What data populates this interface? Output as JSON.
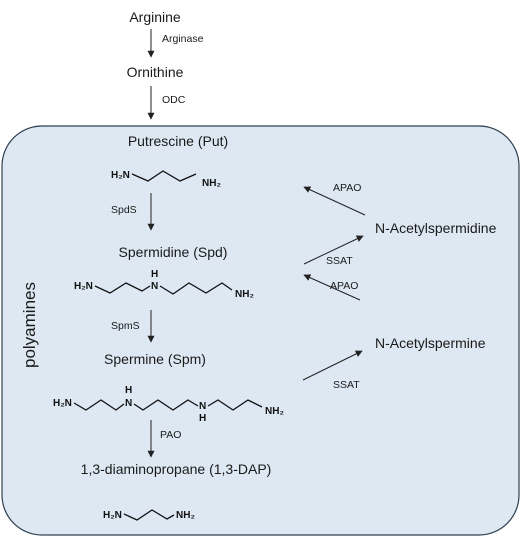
{
  "compartment": {
    "label": "polyamines",
    "fill": "#dde8f3",
    "stroke": "#2f4050"
  },
  "compounds": {
    "arginine": "Arginine",
    "ornithine": "Ornithine",
    "putrescine": "Putrescine (Put)",
    "spermidine": "Spermidine (Spd)",
    "spermine": "Spermine (Spm)",
    "dap": "1,3-diaminopropane (1,3-DAP)",
    "n_acetylspermidine": "N-Acetylspermidine",
    "n_acetylspermine": "N-Acetylspermine"
  },
  "enzymes": {
    "arginase": "Arginase",
    "odc": "ODC",
    "spds": "SpdS",
    "spms": "SpmS",
    "pao": "PAO",
    "apao_1": "APAO",
    "ssat_1": "SSAT",
    "apao_2": "APAO",
    "ssat_2": "SSAT"
  },
  "structure_atoms": {
    "h2n": "H₂N",
    "nh2": "NH₂",
    "h": "H",
    "n": "N"
  }
}
